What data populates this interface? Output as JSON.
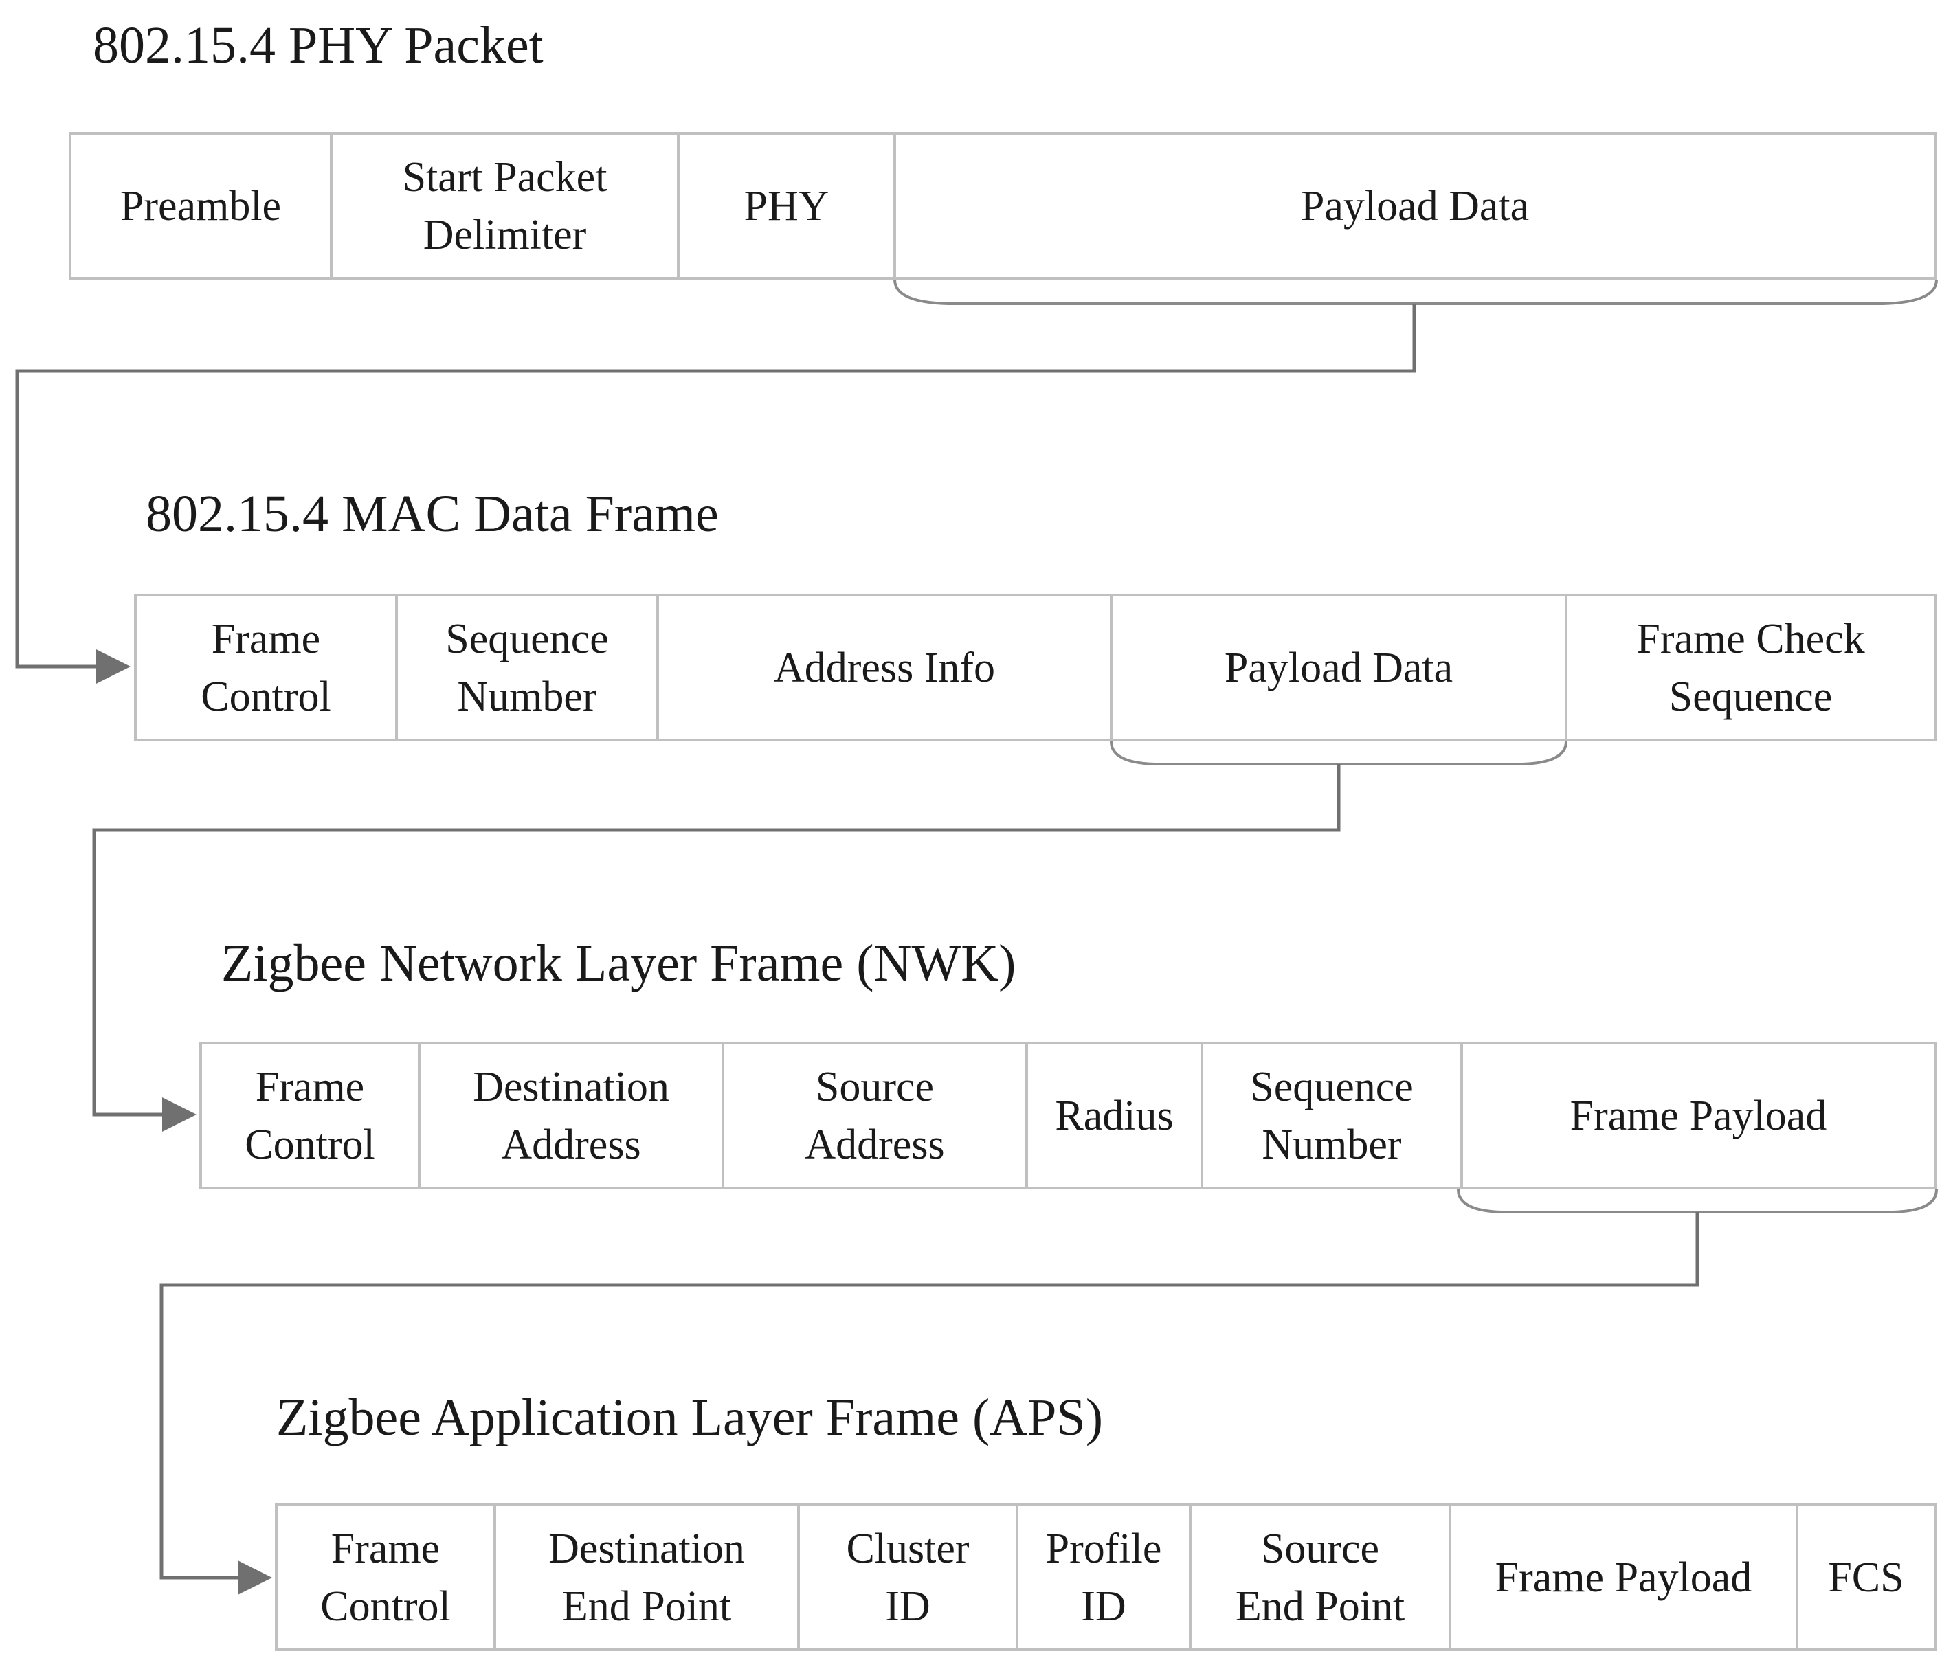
{
  "layers": [
    {
      "title": "802.15.4 PHY Packet",
      "fields": [
        "Preamble",
        "Start Packet\nDelimiter",
        "PHY",
        "Payload Data"
      ]
    },
    {
      "title": "802.15.4 MAC Data Frame",
      "fields": [
        "Frame\nControl",
        "Sequence\nNumber",
        "Address Info",
        "Payload Data",
        "Frame Check\nSequence"
      ]
    },
    {
      "title": "Zigbee Network Layer Frame (NWK)",
      "fields": [
        "Frame\nControl",
        "Destination\nAddress",
        "Source\nAddress",
        "Radius",
        "Sequence\nNumber",
        "Frame Payload"
      ]
    },
    {
      "title": "Zigbee Application Layer Frame (APS)",
      "fields": [
        "Frame\nControl",
        "Destination\nEnd Point",
        "Cluster\nID",
        "Profile\nID",
        "Source\nEnd Point",
        "Frame Payload",
        "FCS"
      ]
    }
  ],
  "colors": {
    "border": "#c0c0c0",
    "connector": "#707070",
    "text": "#1a1a1a"
  }
}
